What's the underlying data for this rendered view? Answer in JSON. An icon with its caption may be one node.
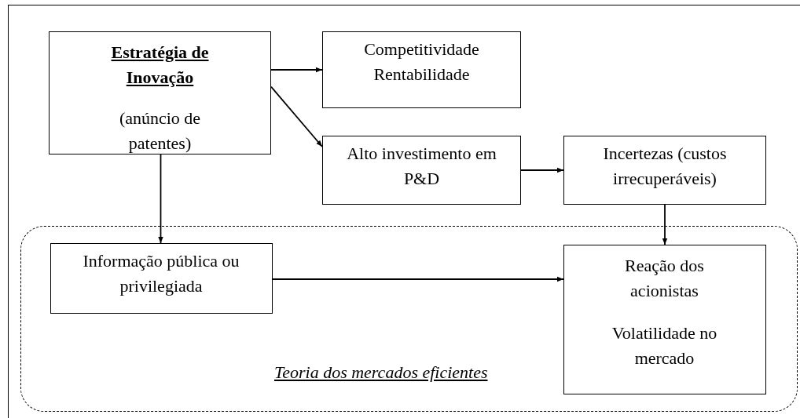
{
  "diagram": {
    "nodes": [
      {
        "text": [
          "Estratégia de Inovação",
          "(anúncio de patentes)"
        ]
      },
      {
        "text": [
          "Competitividade Rentabilidade"
        ]
      },
      {
        "text": [
          "Alto investimento em P&D"
        ]
      },
      {
        "text": [
          "Incertezas (custos irrecuperáveis)"
        ]
      },
      {
        "text": [
          "Teoria dos mercados eficientes"
        ]
      },
      {
        "text": [
          "Informação pública ou privilegiada"
        ],
        "in": 4
      },
      {
        "text": [
          "Reação dos acionistas",
          "Volatilidade no mercado"
        ],
        "in": 4
      }
    ],
    "edges": [
      {
        "from": 0,
        "to": 1,
        "arrow": "to"
      },
      {
        "from": 0,
        "to": 2,
        "arrow": "to"
      },
      {
        "from": 2,
        "to": 3,
        "arrow": "to"
      },
      {
        "from": 0,
        "to": 5,
        "arrow": "to"
      },
      {
        "from": 3,
        "to": 6,
        "arrow": "to"
      },
      {
        "from": 5,
        "to": 6,
        "arrow": "to"
      }
    ]
  }
}
